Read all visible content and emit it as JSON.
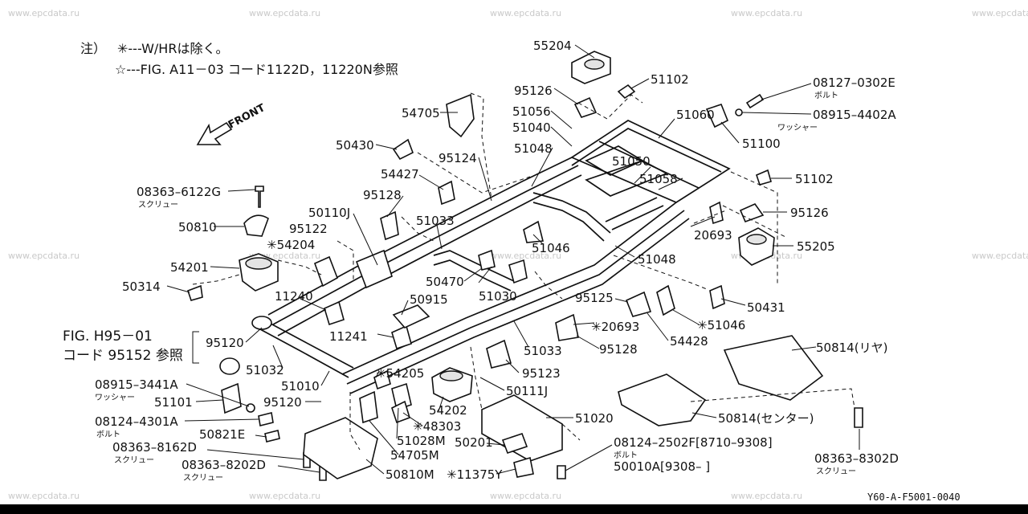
{
  "watermark": "www.epcdata.ru",
  "notes": {
    "prefix": "注）",
    "line1": "✳---W/HRは除く。",
    "line2": "☆---FIG. A11－03  コード1122D，11220N参照"
  },
  "front_label": "FRONT",
  "reference": {
    "line1": "FIG. H95－01",
    "line2": "コード 95152 参照"
  },
  "footer_code": "Y60-A-F5001-0040",
  "labels": {
    "l55204": "55204",
    "l95126a": "95126",
    "l51102a": "51102",
    "l08127": "08127–0302E",
    "l08127s": "ボルト",
    "l54705": "54705",
    "l51056": "51056",
    "l51060": "51060",
    "l08915a": "08915–4402A",
    "l08915as": "ワッシャー",
    "l51040": "51040",
    "l51100": "51100",
    "l50430": "50430",
    "l95124": "95124",
    "l51048a": "51048",
    "l51050": "51050",
    "l54427": "54427",
    "l51058": "51058",
    "l51102b": "51102",
    "l08363a": "08363–6122G",
    "l08363as": "スクリュー",
    "l95128a": "95128",
    "l95126b": "95126",
    "l50110j": "50110J",
    "l51033a": "51033",
    "l50810": "50810",
    "l95122": "95122",
    "l20693a": "20693",
    "l54204": "✳54204",
    "l51046a": "51046",
    "l55205": "55205",
    "l54201": "54201",
    "l51048b": "51048",
    "l50314": "50314",
    "l50470": "50470",
    "l11240": "11240",
    "l51030": "51030",
    "l50915": "50915",
    "l95125": "95125",
    "l50431": "50431",
    "l20693b": "✳20693",
    "l51046b": "✳51046",
    "l95120a": "95120",
    "l11241": "11241",
    "l95128b": "95128",
    "l54428": "54428",
    "l51033b": "51033",
    "l50814r": "50814(リヤ)",
    "l51032": "51032",
    "l54205": "✳54205",
    "l95123": "95123",
    "l51010": "51010",
    "l08915b": "08915–3441A",
    "l08915bs": "ワッシャー",
    "l50111j": "50111J",
    "l54202": "54202",
    "l51101": "51101",
    "l95120b": "95120",
    "l08124a": "08124–4301A",
    "l08124as": "ボルト",
    "l48303": "✳48303",
    "l51020": "51020",
    "l50814c": "50814(センター)",
    "l50821e": "50821E",
    "l51028m": "51028M",
    "l50201": "50201",
    "l08124b": "08124–2502F[8710–9308]",
    "l08124bs": "ボルト",
    "l08363b": "08363–8162D",
    "l08363bs": "スクリュー",
    "l54705m": "54705M",
    "l50010a": "50010A[9308–      ]",
    "l08363c": "08363–8202D",
    "l08363cs": "スクリュー",
    "l50810m": "50810M",
    "l11375y": "✳11375Y",
    "l08363d": "08363–8302D",
    "l08363ds": "スクリュー"
  }
}
